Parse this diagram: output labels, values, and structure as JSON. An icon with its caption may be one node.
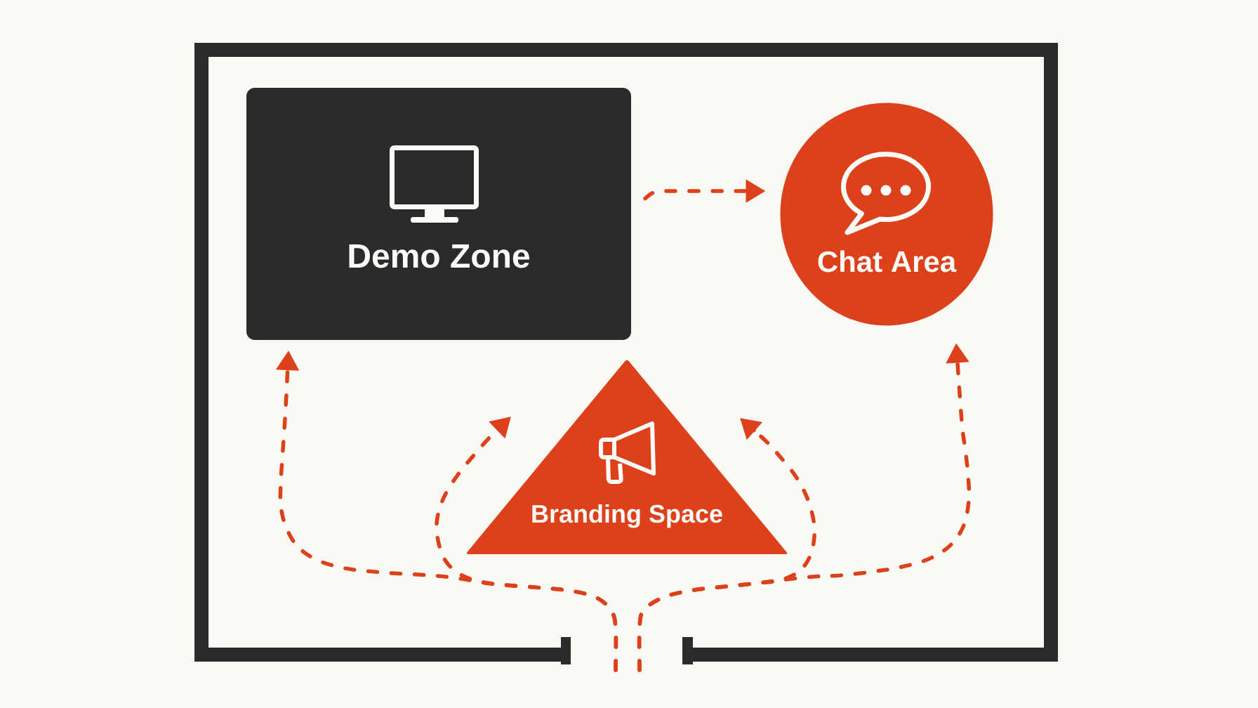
{
  "diagram": {
    "nodes": [
      {
        "text": [
          "Demo Zone"
        ]
      },
      {
        "text": [
          "Chat Area"
        ]
      },
      {
        "text": [
          "Branding Space"
        ]
      }
    ],
    "edges": [
      {
        "from": 0,
        "to": 1,
        "arrow": "to",
        "style": "dashed"
      },
      {
        "from": null,
        "to": 0,
        "arrow": "to",
        "style": "dashed"
      },
      {
        "from": null,
        "to": 2,
        "arrow": "to",
        "style": "dashed"
      },
      {
        "from": null,
        "to": 1,
        "arrow": "to",
        "style": "dashed"
      },
      {
        "from": null,
        "to": 2,
        "arrow": "to",
        "style": "dashed"
      }
    ]
  }
}
